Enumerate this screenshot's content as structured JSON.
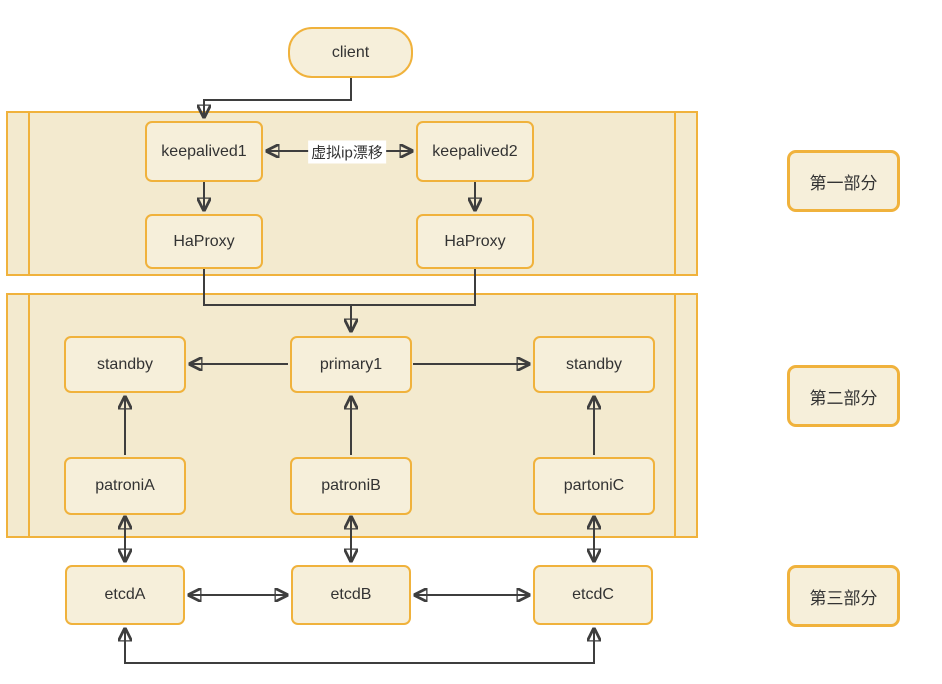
{
  "colors": {
    "node_fill": "#F6EFDA",
    "node_border": "#F0B23C",
    "container_fill": "#F3EACF",
    "line": "#3E3E3E",
    "text": "#333333"
  },
  "diagram": {
    "client": {
      "label": "client"
    },
    "section1": {
      "badge": "第一部分",
      "keepalived1": "keepalived1",
      "keepalived2": "keepalived2",
      "vip_label": "虚拟ip漂移",
      "haproxy_left": "HaProxy",
      "haproxy_right": "HaProxy"
    },
    "section2": {
      "badge": "第二部分",
      "standby_left": "standby",
      "primary": "primary1",
      "standby_right": "standby",
      "patroni_a": "patroniA",
      "patroni_b": "patroniB",
      "patroni_c": "partoniC"
    },
    "section3": {
      "badge": "第三部分",
      "etcd_a": "etcdA",
      "etcd_b": "etcdB",
      "etcd_c": "etcdC"
    }
  }
}
